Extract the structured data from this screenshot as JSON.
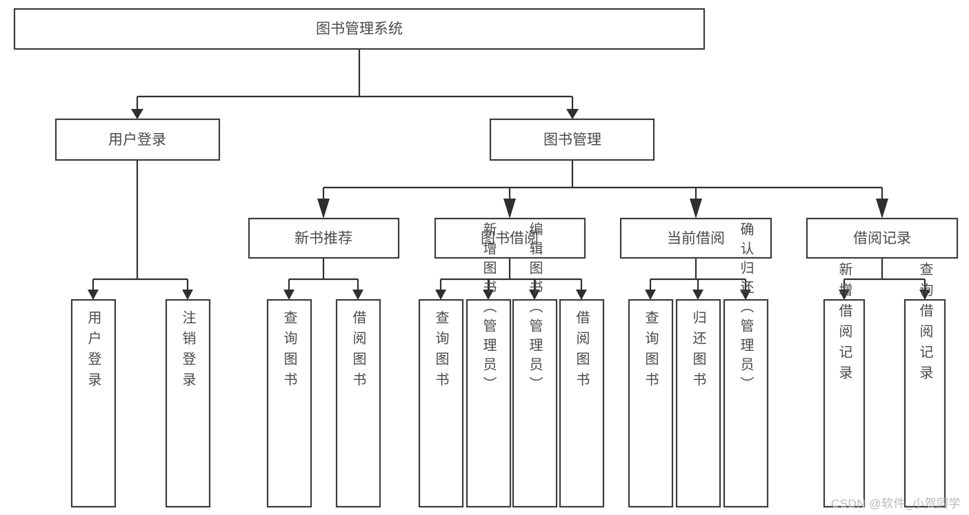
{
  "diagram": {
    "type": "hierarchy-tree",
    "title": "图书管理系统",
    "orientation": "top-down",
    "levels": 4,
    "colors": {
      "box_fill": "#ffffff",
      "box_stroke": "#3c3c3c",
      "connector": "#2f2f2f",
      "label_text": "#4a4a4a",
      "watermark": "#b9b9b9",
      "background": "#ffffff"
    },
    "root": {
      "label": "图书管理系统"
    },
    "level2": [
      {
        "label": "用户登录"
      },
      {
        "label": "图书管理"
      }
    ],
    "level3": [
      {
        "label": "新书推荐",
        "parent": "图书管理"
      },
      {
        "label": "图书借阅",
        "parent": "图书管理"
      },
      {
        "label": "当前借阅",
        "parent": "图书管理"
      },
      {
        "label": "借阅记录",
        "parent": "图书管理"
      }
    ],
    "leaves": {
      "user_login": [
        {
          "label": "用户登录"
        },
        {
          "label": "注销登录"
        }
      ],
      "new_book_recommend": [
        {
          "label": "查询图书"
        },
        {
          "label": "借阅图书"
        }
      ],
      "book_borrow": [
        {
          "label": "查询图书"
        },
        {
          "label": "新增图书（管理员）"
        },
        {
          "label": "编辑图书（管理员）"
        },
        {
          "label": "借阅图书"
        }
      ],
      "current_borrow": [
        {
          "label": "查询图书"
        },
        {
          "label": "归还图书"
        },
        {
          "label": "确认归还（管理员）"
        }
      ],
      "borrow_record": [
        {
          "label": "新增借阅记录"
        },
        {
          "label": "查询借阅记录"
        }
      ]
    }
  },
  "watermark": {
    "text": "CSDN @软件_小贺同学"
  }
}
